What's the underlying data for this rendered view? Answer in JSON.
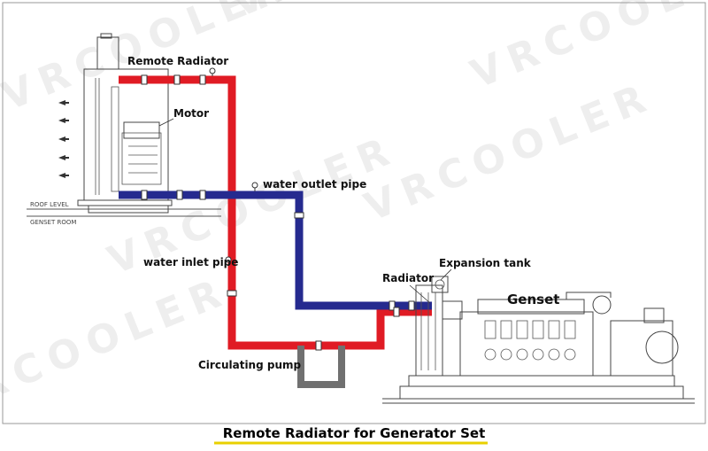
{
  "watermark": "VRCOOLER",
  "labels": {
    "remote_radiator": "Remote Radiator",
    "motor": "Motor",
    "water_outlet_pipe": "water outlet pipe",
    "water_inlet_pipe": "water inlet pipe",
    "expansion_tank": "Expansion tank",
    "radiator": "Radiator",
    "genset": "Genset",
    "circulating_pump": "Circulating pump",
    "roof_level": "ROOF LEVEL",
    "genset_room": "GENSET ROOM"
  },
  "caption": "Remote Radiator for Generator Set",
  "colors": {
    "hot_pipe": "#e01b24",
    "cold_pipe": "#252a8f",
    "pump_pipe": "#707070",
    "caption_underline": "#e8d000"
  }
}
